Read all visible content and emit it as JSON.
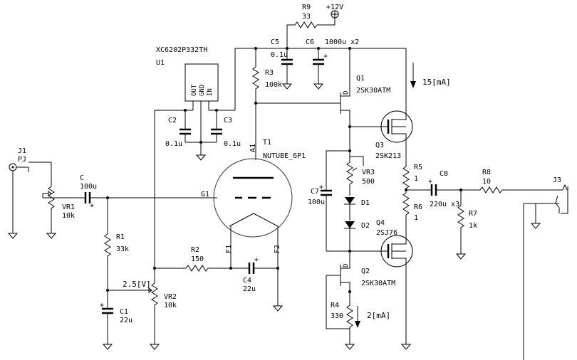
{
  "labels": {
    "j1": "J1",
    "pj": "PJ",
    "vr1": "VR1",
    "vr1_val": "10k",
    "c": "C",
    "c_val": "100u",
    "r1": "R1",
    "r1_val": "33k",
    "c1": "C1",
    "c1_val": "22u",
    "vr2": "VR2",
    "vr2_val": "10k",
    "bias": "2.5[V]",
    "u1_part": "XC6202P332TH",
    "u1": "U1",
    "pin_out": "OUT",
    "pin_gnd": "GND",
    "pin_in": "IN",
    "c2": "C2",
    "c2_val": "0.1u",
    "c3": "C3",
    "c3_val": "0.1u",
    "r9": "R9",
    "r9_val": "33",
    "vcc": "+12V",
    "c5": "C5",
    "c5_val": "0.1u",
    "c6": "C6",
    "c6_val": "1000u x2",
    "r3": "R3",
    "r3_val": "100k",
    "t1": "T1",
    "t1_part": "NUTUBE_6P1",
    "a1": "A1",
    "g1": "G1",
    "f1": "F1",
    "f2": "F2",
    "r2": "R2",
    "r2_val": "150",
    "c4": "C4",
    "c4_val": "22u",
    "q1": "Q1",
    "q1_part": "2SK30ATM",
    "i15": "15[mA]",
    "q3": "Q3",
    "q3_part": "2SK213",
    "vr3": "VR3",
    "vr3_val": "500",
    "c7": "C7",
    "c7_val": "100u",
    "d1": "D1",
    "d2": "D2",
    "q4": "Q4",
    "q4_part": "2SJ76",
    "q2": "Q2",
    "q2_part": "2SK30ATM",
    "r4": "R4",
    "r4_val": "330",
    "i2": "2[mA]",
    "r5": "R5",
    "r5_val": "1",
    "r6": "R6",
    "r6_val": "1",
    "c8": "C8",
    "c8_val": "220u x3",
    "r8": "R8",
    "r8_val": "10",
    "r7": "R7",
    "r7_val": "1k",
    "j3": "J3"
  }
}
